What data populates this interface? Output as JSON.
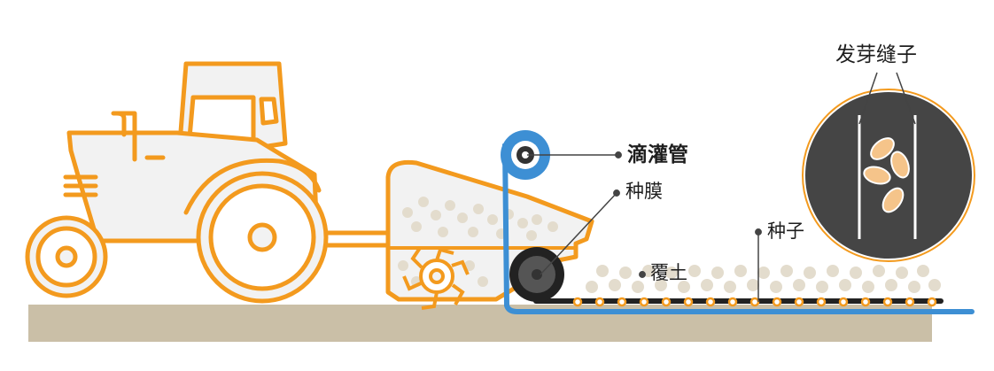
{
  "labels": {
    "drip_tube": "滴灌管",
    "mulch_film": "种膜",
    "soil_cover": "覆土",
    "seed": "种子",
    "sprouting_seam": "发芽缝子"
  },
  "colors": {
    "machine_outline": "#f39a1e",
    "machine_fill": "#f2f2f2",
    "ground": "#cabfa7",
    "drip_tube": "#3d8fd4",
    "film_roller": "#333333",
    "seed_fill": "#f5c48a",
    "inset_background": "#454545",
    "soil_dots": "#e3dccd",
    "leader_line": "#444444"
  }
}
